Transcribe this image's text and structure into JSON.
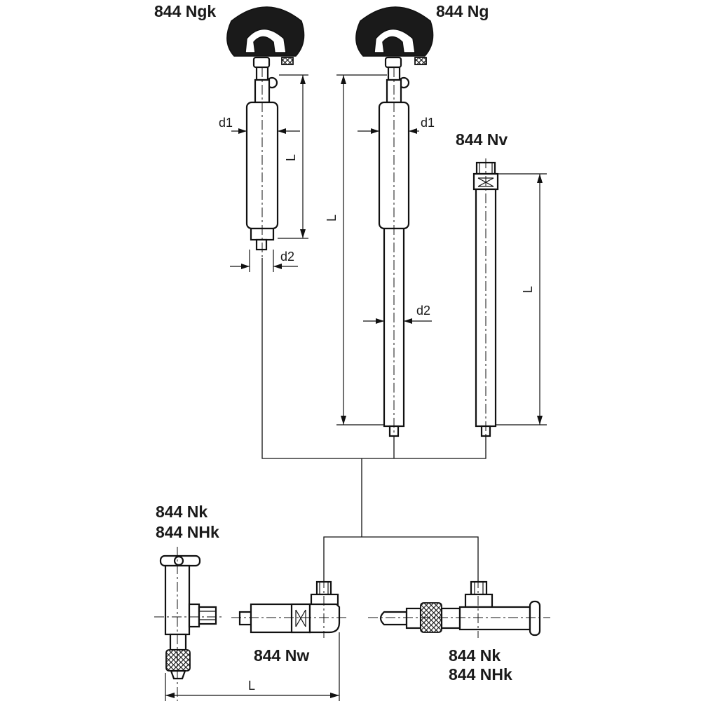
{
  "models": {
    "ngk": "844 Ngk",
    "ng": "844 Ng",
    "nv": "844 Nv",
    "nk_left_1": "844 Nk",
    "nk_left_2": "844 NHk",
    "nw": "844 Nw",
    "nk_right_1": "844 Nk",
    "nk_right_2": "844 NHk"
  },
  "dimensions": {
    "d1": "d1",
    "d2": "d2",
    "L": "L"
  }
}
